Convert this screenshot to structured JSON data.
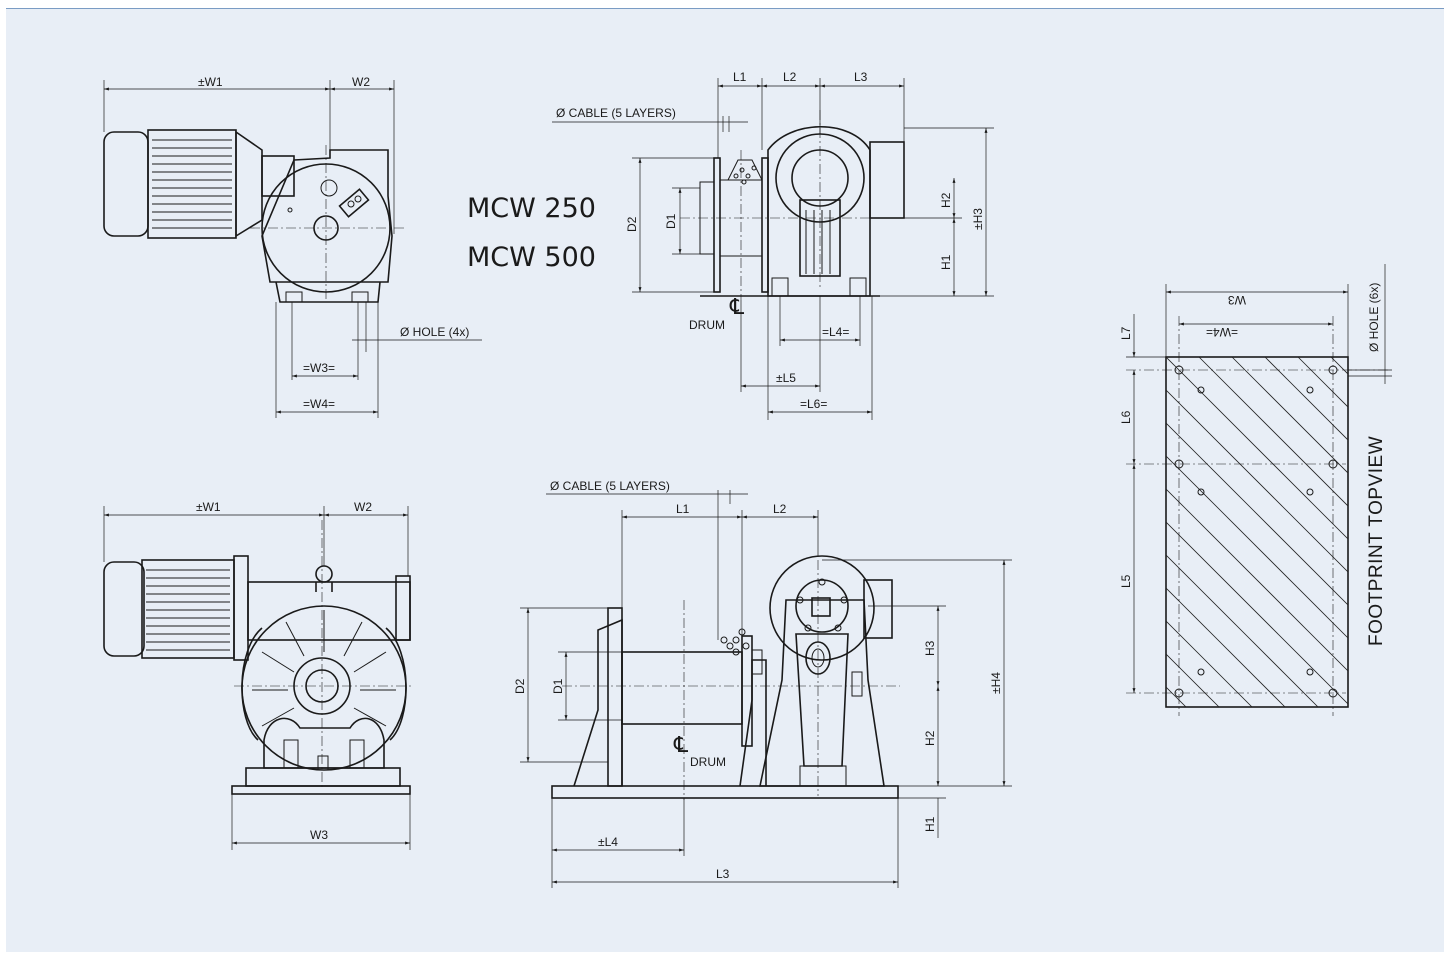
{
  "models": [
    "MCW 250",
    "MCW 500"
  ],
  "views": {
    "top_left": {
      "w1": "±W1",
      "w2": "W2",
      "hole": "Ø HOLE (4x)",
      "w3": "=W3=",
      "w4": "=W4="
    },
    "top_middle": {
      "l1": "L1",
      "l2": "L2",
      "l3": "L3",
      "cable": "Ø CABLE (5 LAYERS)",
      "d2": "D2",
      "d1": "D1",
      "h2": "H2",
      "h3": "±H3",
      "h1": "H1",
      "drum": "DRUM",
      "l4": "=L4=",
      "l5": "±L5",
      "l6": "=L6="
    },
    "bottom_left": {
      "w1": "±W1",
      "w2": "W2",
      "w3": "W3"
    },
    "bottom_middle": {
      "cable": "Ø CABLE (5 LAYERS)",
      "l1": "L1",
      "l2": "L2",
      "d2": "D2",
      "d1": "D1",
      "h3": "H3",
      "h4": "±H4",
      "h2": "H2",
      "h1": "H1",
      "drum": "DRUM",
      "l4": "±L4",
      "l3": "L3"
    },
    "footprint": {
      "title": "FOOTPRINT TOPVIEW",
      "w3": "W3",
      "w4": "=W4=",
      "hole": "Ø HOLE (6x)",
      "l7": "L7",
      "l6": "L6",
      "l5": "L5"
    }
  },
  "colors": {
    "background": "#e8eef6",
    "frame": "#7a9cc4",
    "ink": "#1a1a1a"
  }
}
